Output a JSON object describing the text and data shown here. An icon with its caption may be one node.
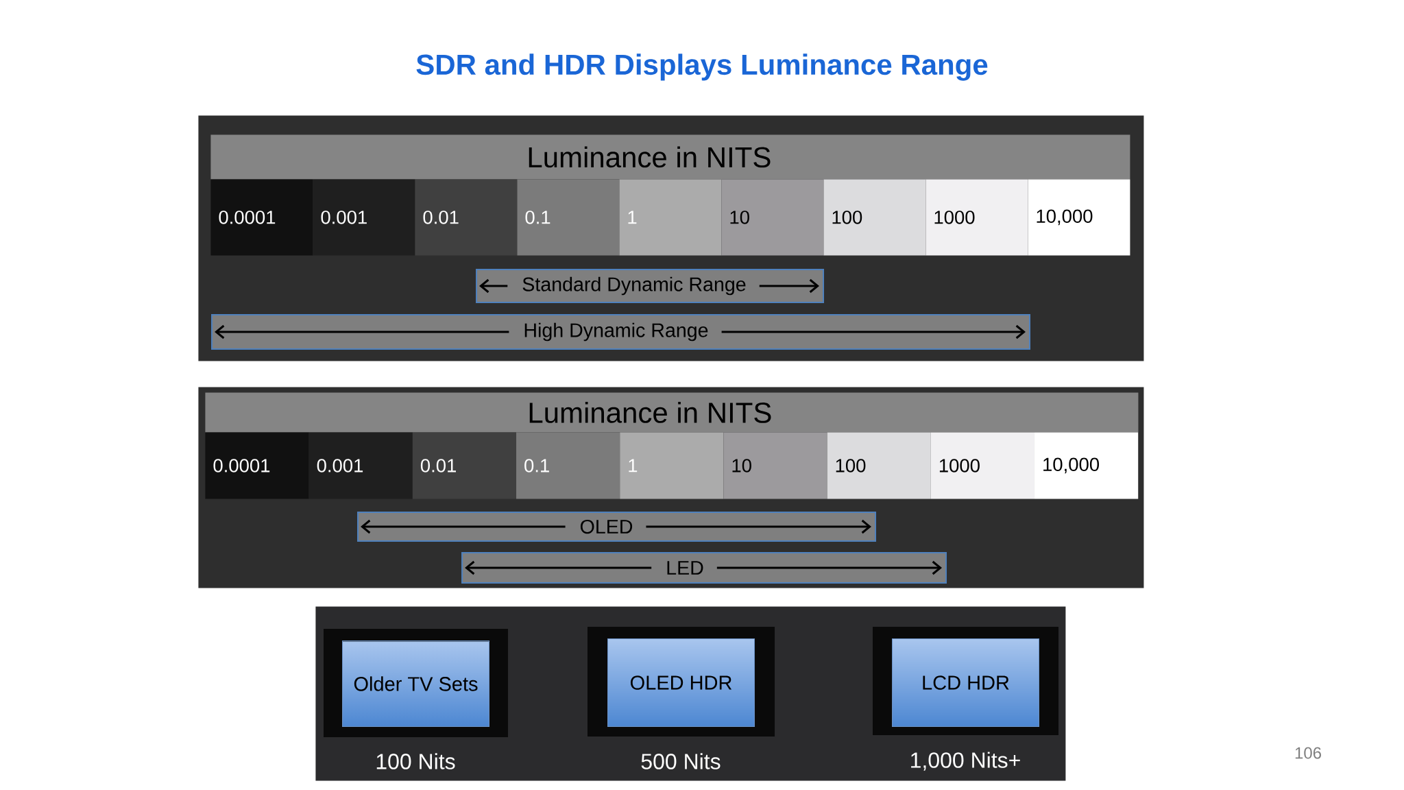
{
  "diagram": {
    "title": "SDR and HDR Displays Luminance Range",
    "nodes": [
      {
        "text": [],
        "shape": "box"
      },
      {
        "text": [
          "Luminance in NITS"
        ],
        "in": 0
      },
      {
        "text": [
          "0.0001"
        ],
        "in": 0
      },
      {
        "text": [
          "0.001"
        ],
        "in": 0
      },
      {
        "text": [
          "0.01"
        ],
        "in": 0
      },
      {
        "text": [
          "0.1"
        ],
        "in": 0
      },
      {
        "text": [
          "1"
        ],
        "in": 0
      },
      {
        "text": [
          "10"
        ],
        "in": 0
      },
      {
        "text": [
          "100"
        ],
        "in": 0
      },
      {
        "text": [
          "1000"
        ],
        "in": 0
      },
      {
        "text": [
          "10,000"
        ],
        "in": 0
      },
      {
        "text": [
          "Standard Dynamic Range"
        ],
        "in": 0
      },
      {
        "text": [
          "High Dynamic Range"
        ],
        "in": 0
      },
      {
        "text": [],
        "shape": "box"
      },
      {
        "text": [
          "Luminance in NITS"
        ],
        "in": 13
      },
      {
        "text": [
          "0.0001"
        ],
        "in": 13
      },
      {
        "text": [
          "0.001"
        ],
        "in": 13
      },
      {
        "text": [
          "0.01"
        ],
        "in": 13
      },
      {
        "text": [
          "0.1"
        ],
        "in": 13
      },
      {
        "text": [
          "1"
        ],
        "in": 13
      },
      {
        "text": [
          "10"
        ],
        "in": 13
      },
      {
        "text": [
          "100"
        ],
        "in": 13
      },
      {
        "text": [
          "1000"
        ],
        "in": 13
      },
      {
        "text": [
          "10,000"
        ],
        "in": 13
      },
      {
        "text": [
          "OLED"
        ],
        "in": 13
      },
      {
        "text": [
          "LED"
        ],
        "in": 13
      },
      {
        "text": [],
        "shape": "box"
      },
      {
        "text": [
          "Older TV Sets"
        ],
        "in": 26,
        "beside": [
          "100 Nits"
        ]
      },
      {
        "text": [
          "OLED HDR"
        ],
        "in": 26,
        "beside": [
          "500 Nits"
        ]
      },
      {
        "text": [
          "LCD HDR"
        ],
        "in": 26,
        "beside": [
          "1,000 Nits+"
        ]
      }
    ],
    "labels": [
      "106"
    ]
  }
}
